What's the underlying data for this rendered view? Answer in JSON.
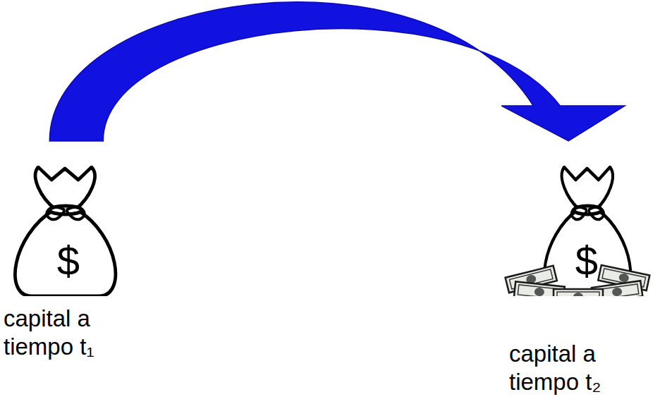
{
  "diagram": {
    "nodes": [
      {
        "text": [
          "$",
          "capital a tiempo t₁"
        ]
      },
      {
        "text": [
          "$",
          "capital a tiempo t₂"
        ]
      }
    ],
    "edges": [
      {
        "from": 0,
        "to": 1,
        "arrow": "to"
      }
    ]
  }
}
